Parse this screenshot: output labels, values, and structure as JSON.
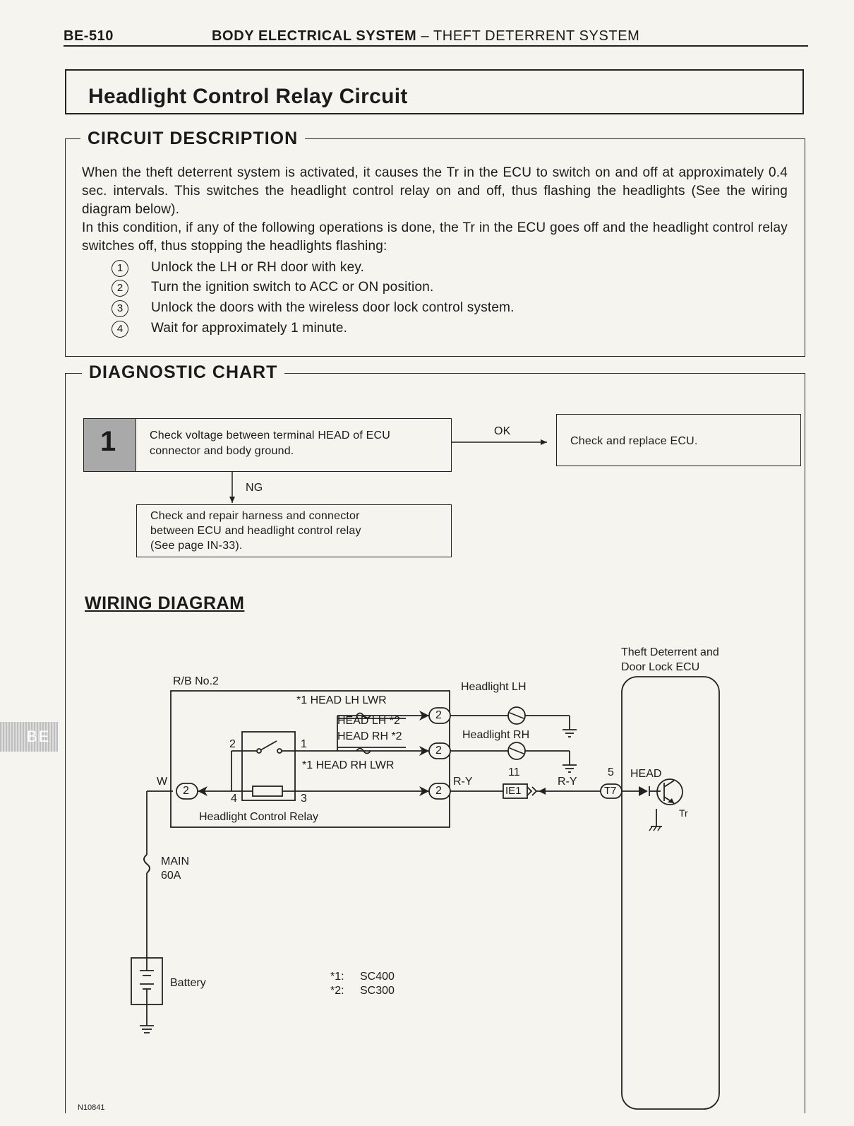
{
  "header": {
    "page_id": "BE-510",
    "title_bold": "BODY ELECTRICAL SYSTEM",
    "title_rest": " – THEFT DETERRENT SYSTEM"
  },
  "page_title": "Headlight Control Relay Circuit",
  "circuit_description": {
    "heading": "CIRCUIT DESCRIPTION",
    "paragraph1": "When the theft deterrent system is activated, it causes the Tr in the ECU to switch on and off at approximately 0.4 sec. intervals. This switches the headlight control relay on and off, thus flashing the headlights (See the wiring diagram below).",
    "paragraph2": "In this condition, if any of the following operations is done, the Tr in the ECU goes off and the headlight control relay switches off, thus stopping the headlights flashing:",
    "steps": [
      {
        "num": "1",
        "text": "Unlock the LH or RH door with key."
      },
      {
        "num": "2",
        "text": "Turn the ignition switch to ACC or ON position."
      },
      {
        "num": "3",
        "text": "Unlock the doors with the wireless door lock control system."
      },
      {
        "num": "4",
        "text": "Wait for approximately 1 minute."
      }
    ]
  },
  "diagnostic_chart": {
    "heading": "DIAGNOSTIC CHART",
    "step_number": "1",
    "step_text": "Check voltage between terminal HEAD of ECU connector and body ground.",
    "ok_label": "OK",
    "ok_action": "Check and replace ECU.",
    "ng_label": "NG",
    "ng_action_line1": "Check and repair harness and connector",
    "ng_action_line2": "between ECU and headlight control relay",
    "ng_action_line3": "(See page IN-33)."
  },
  "wiring_diagram": {
    "heading": "WIRING DIAGRAM",
    "rb_label": "R/B No.2",
    "fuse1": "*1 HEAD LH LWR",
    "fuse2": "HEAD LH *2",
    "fuse3": "HEAD RH *2",
    "fuse4": "*1 HEAD RH LWR",
    "relay_label": "Headlight Control Relay",
    "pin2": "2",
    "pin1": "1",
    "pin4": "4",
    "pin3": "3",
    "conn2": "2",
    "wire_w": "W",
    "wire_ry1": "R-Y",
    "wire_ry2": "R-Y",
    "headlight_lh": "Headlight LH",
    "headlight_rh": "Headlight RH",
    "conn_ie1": "IE1",
    "conn_ie1_pin": "11",
    "conn_t7": "T7",
    "conn_t7_pin": "5",
    "head_label": "HEAD",
    "tr_label": "Tr",
    "ecu_line1": "Theft Deterrent and",
    "ecu_line2": "Door Lock ECU",
    "main_fuse_line1": "MAIN",
    "main_fuse_line2": "60A",
    "battery": "Battery",
    "note1_key": "*1:",
    "note1_val": "SC400",
    "note2_key": "*2:",
    "note2_val": "SC300",
    "figure_id": "N10841"
  },
  "side_tab": "BE"
}
